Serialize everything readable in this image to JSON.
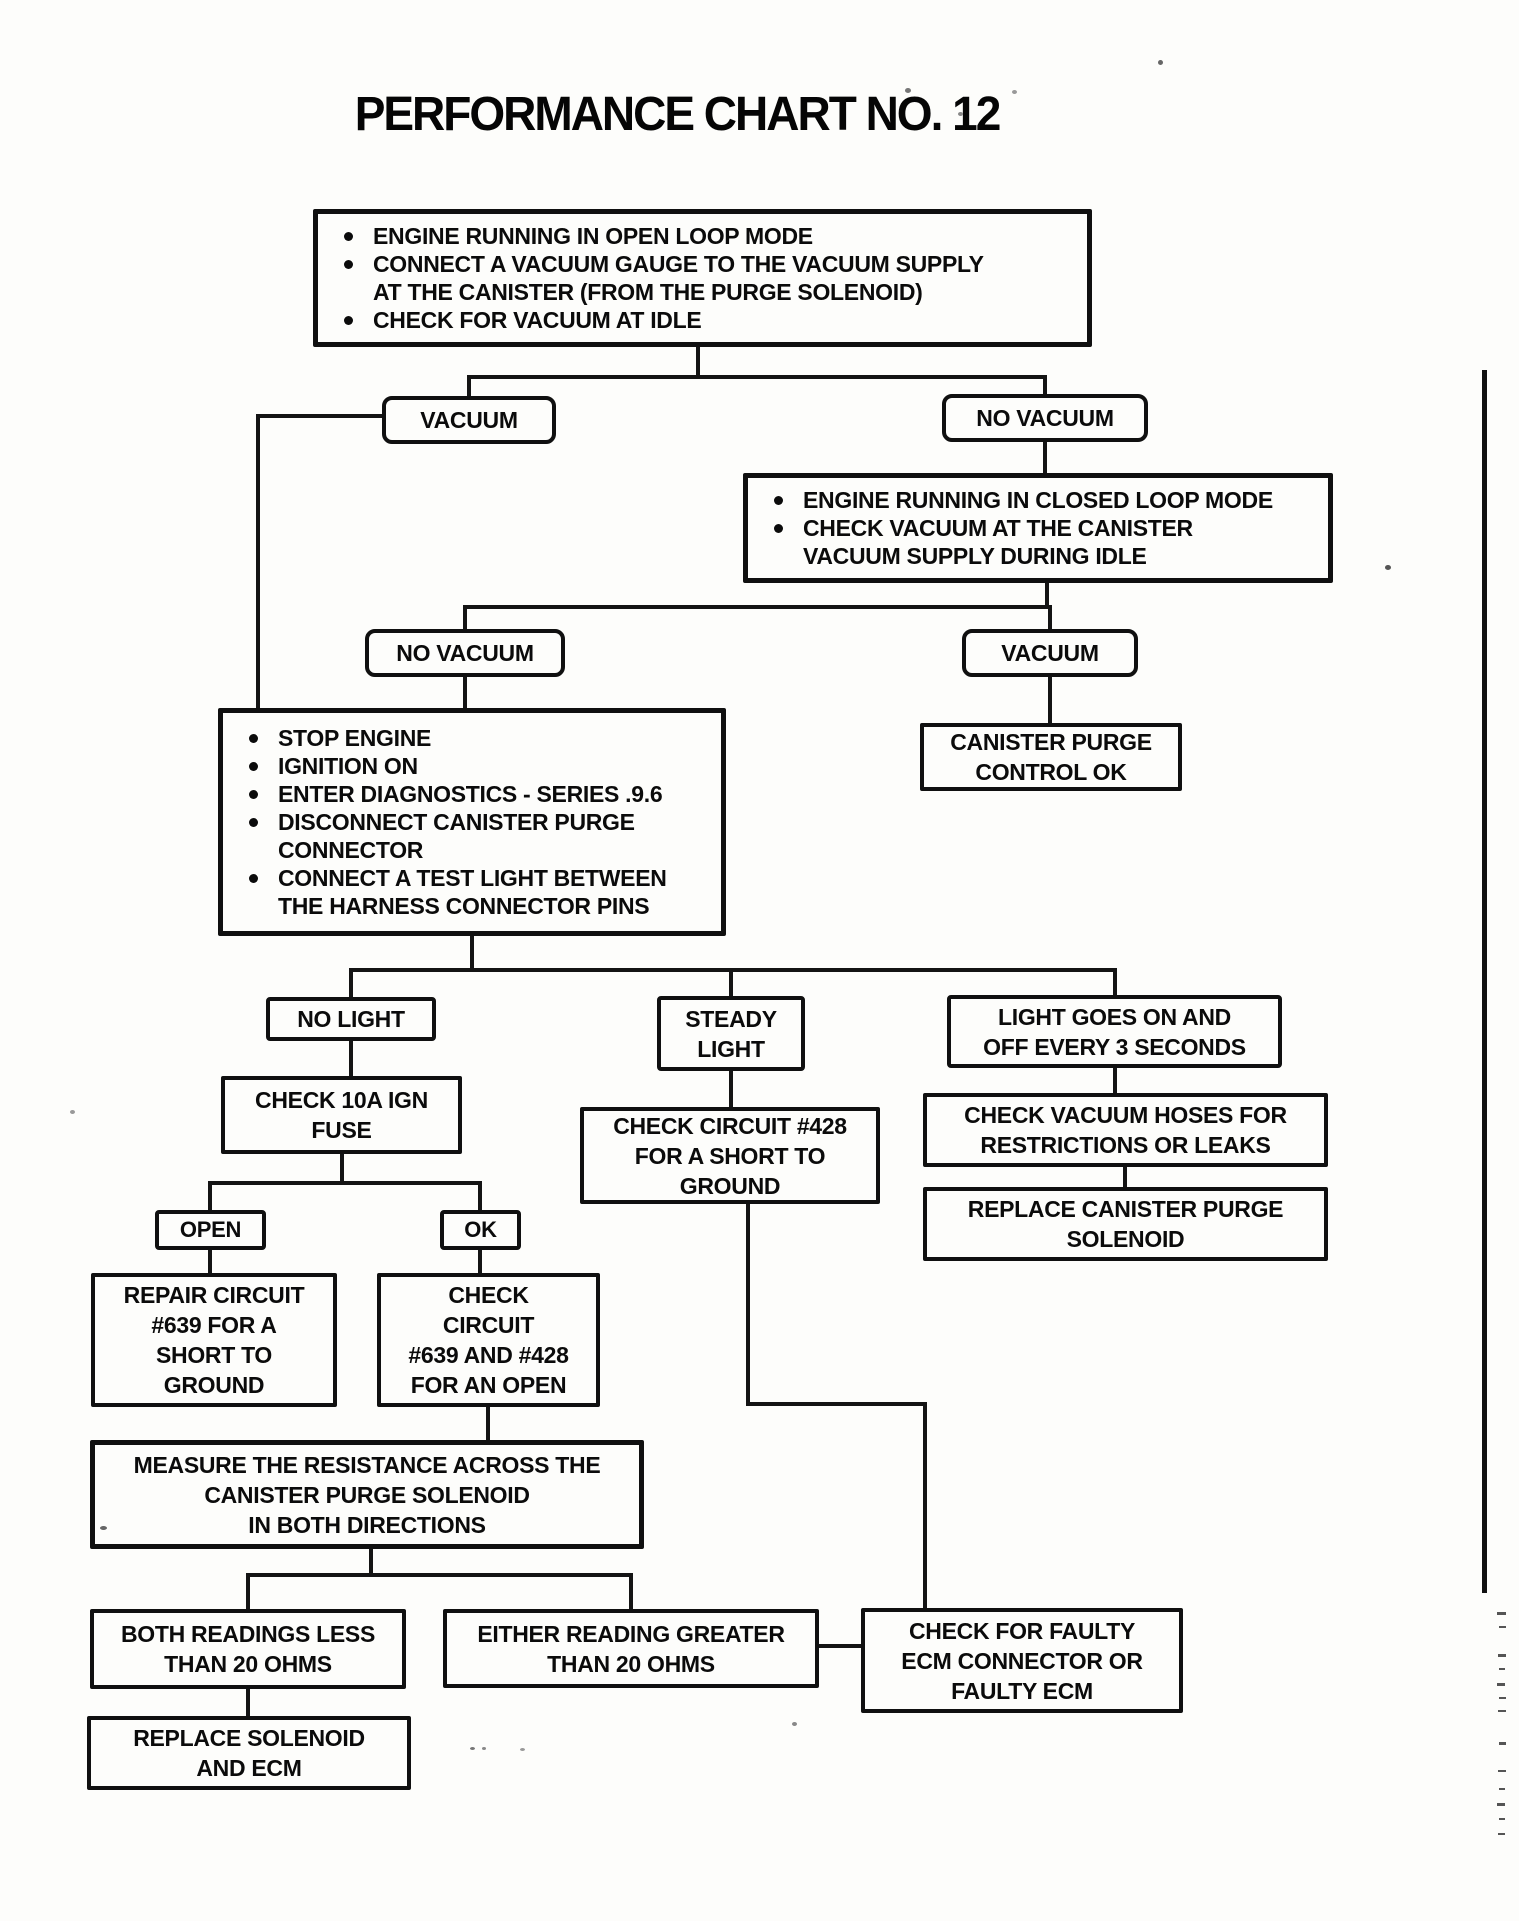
{
  "page": {
    "title": "PERFORMANCE CHART NO. 12"
  },
  "colors": {
    "ink": "#101010",
    "paper": "#fdfdfb"
  },
  "nodes": {
    "openLoop": {
      "bullets": [
        "ENGINE RUNNING IN OPEN LOOP MODE",
        "CONNECT A VACUUM GAUGE TO THE VACUUM SUPPLY\nAT THE CANISTER (FROM THE PURGE SOLENOID)",
        "CHECK FOR VACUUM AT IDLE"
      ]
    },
    "vacuum1": {
      "label": "VACUUM"
    },
    "noVacuum1": {
      "label": "NO VACUUM"
    },
    "closedLoop": {
      "bullets": [
        "ENGINE RUNNING IN CLOSED LOOP MODE",
        "CHECK VACUUM AT THE CANISTER\nVACUUM SUPPLY DURING IDLE"
      ]
    },
    "noVacuum2": {
      "label": "NO VACUUM"
    },
    "vacuum2": {
      "label": "VACUUM"
    },
    "purgeOk": {
      "label": "CANISTER PURGE\nCONTROL OK"
    },
    "stopEngine": {
      "bullets": [
        "STOP ENGINE",
        "IGNITION ON",
        "ENTER DIAGNOSTICS - SERIES .9.6",
        "DISCONNECT CANISTER PURGE\nCONNECTOR",
        "CONNECT A TEST LIGHT BETWEEN\nTHE HARNESS CONNECTOR PINS"
      ]
    },
    "noLight": {
      "label": "NO LIGHT"
    },
    "steadyLight": {
      "label": "STEADY\nLIGHT"
    },
    "lightBlinks": {
      "label": "LIGHT GOES ON AND\nOFF EVERY 3 SECONDS"
    },
    "checkFuse": {
      "label": "CHECK 10A IGN\nFUSE"
    },
    "check428": {
      "label": "CHECK CIRCUIT #428\nFOR A SHORT TO\nGROUND"
    },
    "checkHoses": {
      "label": "CHECK VACUUM HOSES FOR\nRESTRICTIONS OR LEAKS"
    },
    "replacePurgeSolenoid": {
      "label": "REPLACE CANISTER PURGE\nSOLENOID"
    },
    "open": {
      "label": "OPEN"
    },
    "ok": {
      "label": "OK"
    },
    "repair639": {
      "label": "REPAIR CIRCUIT\n#639 FOR A\nSHORT TO\nGROUND"
    },
    "check639": {
      "label": "CHECK\nCIRCUIT\n#639 AND #428\nFOR AN OPEN"
    },
    "measureResistance": {
      "label": "MEASURE THE RESISTANCE ACROSS THE\nCANISTER PURGE SOLENOID\nIN BOTH DIRECTIONS"
    },
    "bothReadings": {
      "label": "BOTH READINGS LESS\nTHAN 20 OHMS"
    },
    "eitherReading": {
      "label": "EITHER READING GREATER\nTHAN 20 OHMS"
    },
    "checkEcm": {
      "label": "CHECK FOR FAULTY\nECM CONNECTOR OR\nFAULTY ECM"
    },
    "replaceSolenoidEcm": {
      "label": "REPLACE SOLENOID\nAND ECM"
    }
  }
}
